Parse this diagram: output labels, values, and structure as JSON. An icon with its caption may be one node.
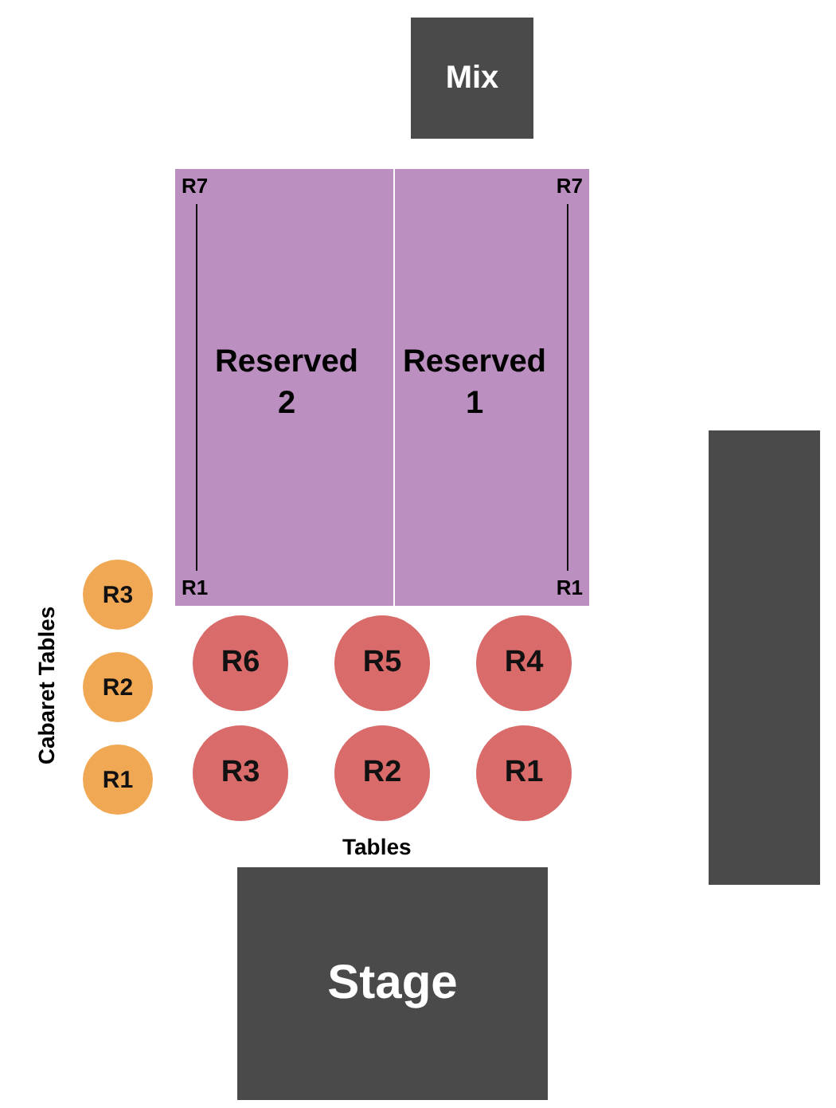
{
  "diagram": {
    "nodes": [
      {
        "text": [
          "Mix"
        ]
      },
      {
        "text": [
          "R7",
          "Reserved 2",
          "R1"
        ]
      },
      {
        "text": [
          "R7",
          "Reserved 1",
          "R1"
        ]
      },
      {
        "text": [],
        "shape": "bar"
      },
      {
        "text": [
          "R3"
        ]
      },
      {
        "text": [
          "R6"
        ]
      },
      {
        "text": [
          "R5"
        ]
      },
      {
        "text": [
          "R4"
        ]
      },
      {
        "text": [
          "R2"
        ]
      },
      {
        "text": [
          "R1"
        ]
      },
      {
        "text": [
          "R3"
        ]
      },
      {
        "text": [
          "R2"
        ]
      },
      {
        "text": [
          "R1"
        ]
      },
      {
        "text": [
          "Stage"
        ]
      }
    ],
    "edges": [],
    "labels": [
      "Cabaret Tables",
      "Tables"
    ]
  }
}
